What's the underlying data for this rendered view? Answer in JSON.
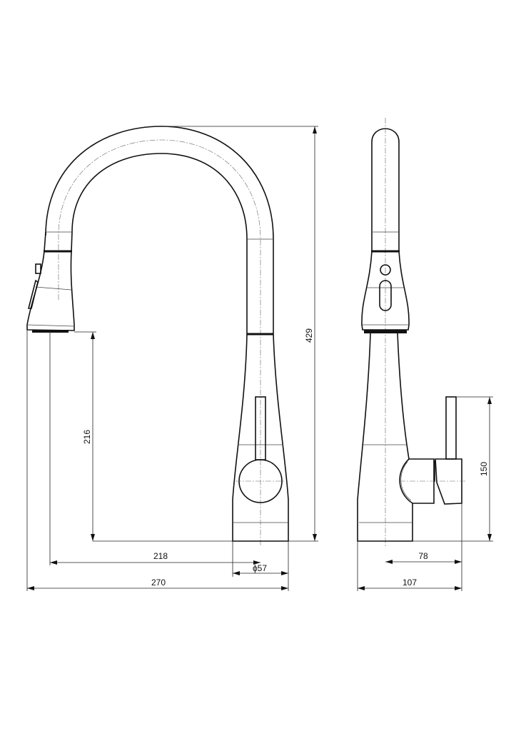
{
  "drawing": {
    "title": "Pull-down kitchen faucet dimension drawing",
    "views": [
      "front",
      "side"
    ],
    "units": "mm"
  },
  "dimensions": {
    "total_height": "429",
    "spout_clearance": "216",
    "spout_reach": "218",
    "base_diameter": "ϕ57",
    "total_width": "270",
    "lever_height": "150",
    "lever_offset": "78",
    "side_depth": "107"
  }
}
